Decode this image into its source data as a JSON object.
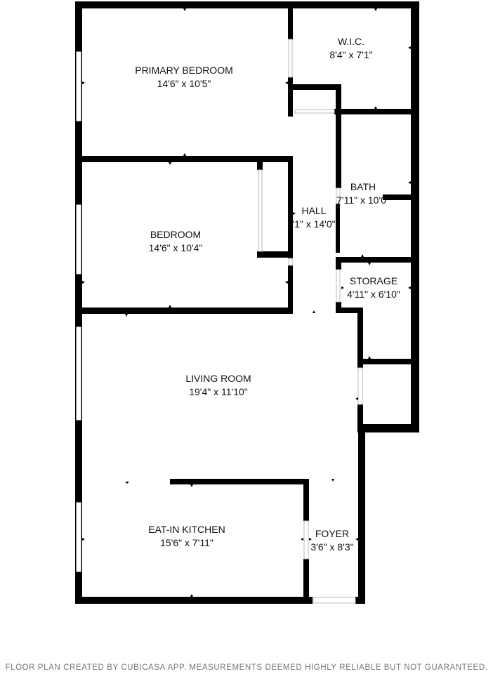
{
  "rooms": {
    "primary_bedroom": {
      "name": "PRIMARY BEDROOM",
      "dims": "14'6\" x 10'5\""
    },
    "wic": {
      "name": "W.I.C.",
      "dims": "8'4\" x 7'1\""
    },
    "bath": {
      "name": "BATH",
      "dims": "7'11\" x 10'0\""
    },
    "hall": {
      "name": "HALL",
      "dims": "'1\" x 14'0\""
    },
    "bedroom": {
      "name": "BEDROOM",
      "dims": "14'6\" x 10'4\""
    },
    "storage": {
      "name": "STORAGE",
      "dims": "4'11\" x 6'10\""
    },
    "living_room": {
      "name": "LIVING ROOM",
      "dims": "19'4\" x 11'10\""
    },
    "kitchen": {
      "name": "EAT-IN KITCHEN",
      "dims": "15'6\" x 7'11\""
    },
    "foyer": {
      "name": "FOYER",
      "dims": "3'6\" x 8'3\""
    }
  },
  "footer": "FLOOR PLAN CREATED BY CUBICASA APP. MEASUREMENTS DEEMED HIGHLY RELIABLE BUT NOT GUARANTEED."
}
